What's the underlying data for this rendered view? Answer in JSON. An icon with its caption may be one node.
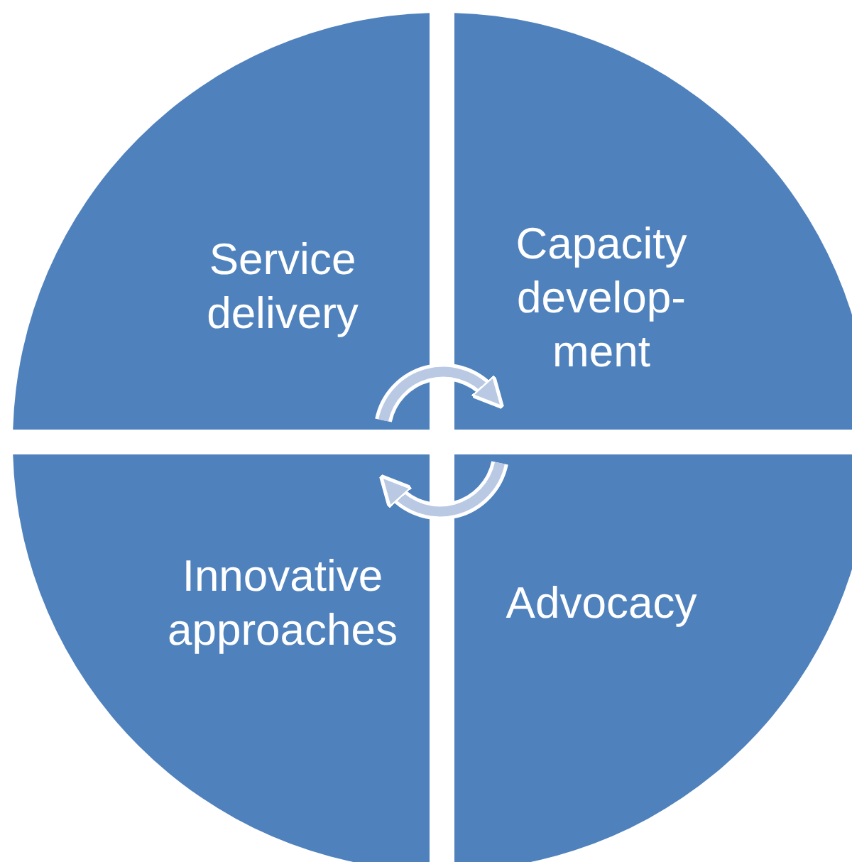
{
  "diagram": {
    "nodes": [
      {
        "text": [
          "Service delivery"
        ]
      },
      {
        "text": [
          "Capacity develop-ment"
        ]
      },
      {
        "text": [
          "Innovative approaches"
        ]
      },
      {
        "text": [
          "Advocacy"
        ]
      }
    ],
    "edges": [
      {
        "from": 0,
        "to": 1,
        "arrow": "to"
      },
      {
        "from": 3,
        "to": 2,
        "arrow": "to"
      }
    ]
  }
}
